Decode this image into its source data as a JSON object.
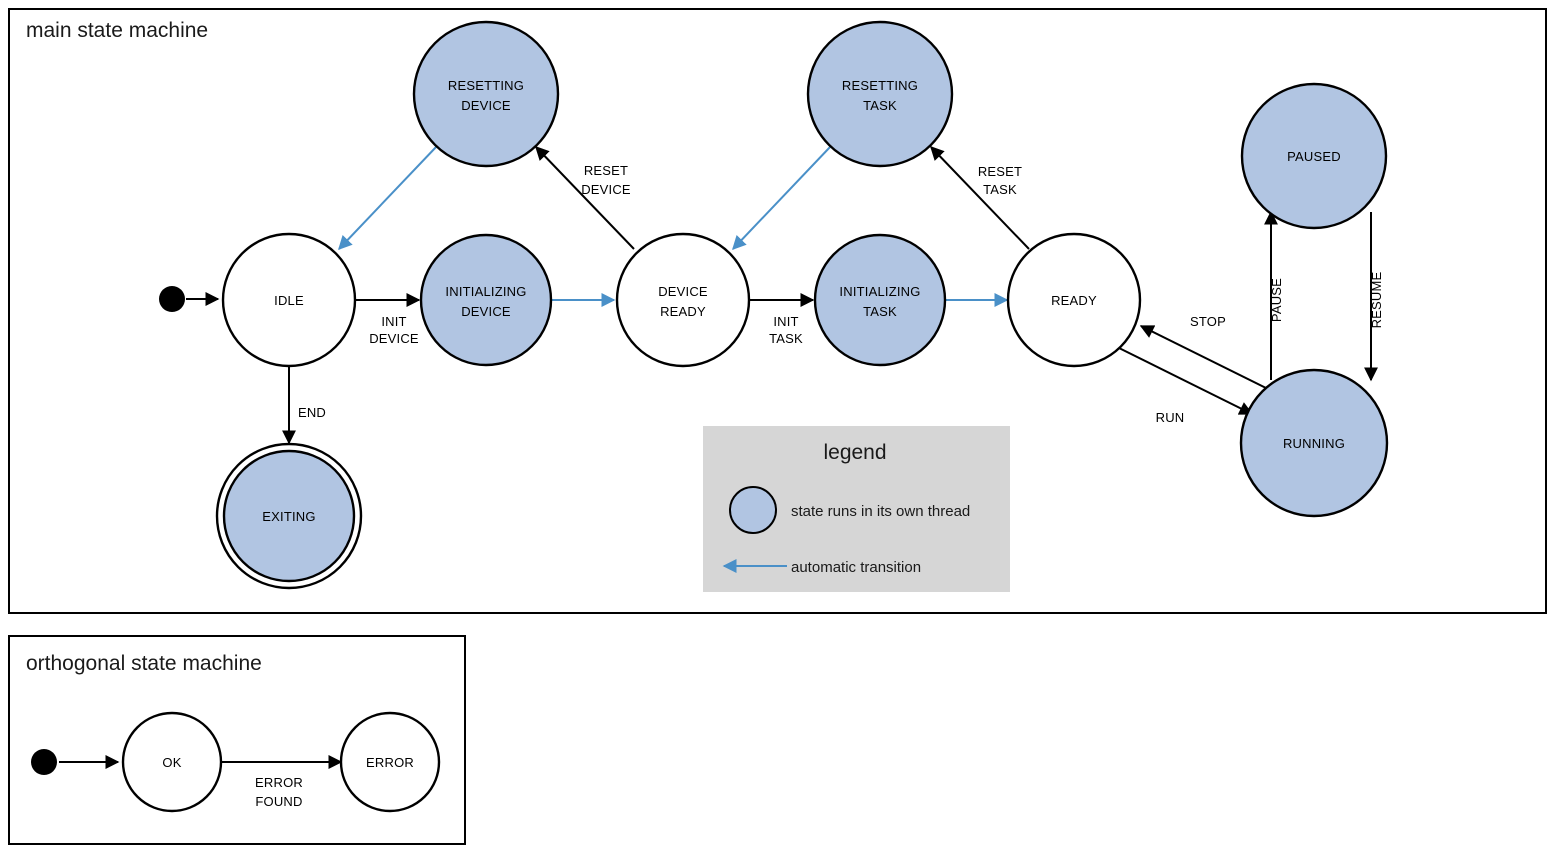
{
  "diagram": {
    "type": "state-machine",
    "colors": {
      "threaded_state_fill": "#b1c5e2",
      "plain_state_fill": "#ffffff",
      "stroke": "#000000",
      "automatic_transition": "#4a90c8",
      "legend_background": "#d6d6d6"
    },
    "frames": [
      {
        "id": "main",
        "title": "main state machine"
      },
      {
        "id": "orthogonal",
        "title": "orthogonal state machine"
      }
    ],
    "main": {
      "title": "main state machine",
      "states": [
        {
          "id": "idle",
          "label_lines": [
            "IDLE"
          ],
          "threaded": false,
          "final": false
        },
        {
          "id": "resetting_device",
          "label_lines": [
            "RESETTING",
            "DEVICE"
          ],
          "threaded": true,
          "final": false
        },
        {
          "id": "initializing_device",
          "label_lines": [
            "INITIALIZING",
            "DEVICE"
          ],
          "threaded": true,
          "final": false
        },
        {
          "id": "device_ready",
          "label_lines": [
            "DEVICE",
            "READY"
          ],
          "threaded": false,
          "final": false
        },
        {
          "id": "resetting_task",
          "label_lines": [
            "RESETTING",
            "TASK"
          ],
          "threaded": true,
          "final": false
        },
        {
          "id": "initializing_task",
          "label_lines": [
            "INITIALIZING",
            "TASK"
          ],
          "threaded": true,
          "final": false
        },
        {
          "id": "ready",
          "label_lines": [
            "READY"
          ],
          "threaded": false,
          "final": false
        },
        {
          "id": "paused",
          "label_lines": [
            "PAUSED"
          ],
          "threaded": true,
          "final": false
        },
        {
          "id": "running",
          "label_lines": [
            "RUNNING"
          ],
          "threaded": true,
          "final": false
        },
        {
          "id": "exiting",
          "label_lines": [
            "EXITING"
          ],
          "threaded": true,
          "final": true
        }
      ],
      "transitions": [
        {
          "from": "start",
          "to": "idle",
          "label_lines": [],
          "automatic": false
        },
        {
          "from": "idle",
          "to": "initializing_device",
          "label_lines": [
            "INIT",
            "DEVICE"
          ],
          "automatic": false
        },
        {
          "from": "initializing_device",
          "to": "device_ready",
          "label_lines": [],
          "automatic": true
        },
        {
          "from": "resetting_device",
          "to": "idle",
          "label_lines": [],
          "automatic": true
        },
        {
          "from": "device_ready",
          "to": "resetting_device",
          "label_lines": [
            "RESET",
            "DEVICE"
          ],
          "automatic": false
        },
        {
          "from": "device_ready",
          "to": "initializing_task",
          "label_lines": [
            "INIT",
            "TASK"
          ],
          "automatic": false
        },
        {
          "from": "initializing_task",
          "to": "ready",
          "label_lines": [],
          "automatic": true
        },
        {
          "from": "resetting_task",
          "to": "device_ready",
          "label_lines": [],
          "automatic": true
        },
        {
          "from": "ready",
          "to": "resetting_task",
          "label_lines": [
            "RESET",
            "TASK"
          ],
          "automatic": false
        },
        {
          "from": "ready",
          "to": "running",
          "label_lines": [
            "RUN"
          ],
          "automatic": false
        },
        {
          "from": "running",
          "to": "ready",
          "label_lines": [
            "STOP"
          ],
          "automatic": false
        },
        {
          "from": "running",
          "to": "paused",
          "label_lines": [
            "PAUSE"
          ],
          "automatic": false
        },
        {
          "from": "paused",
          "to": "running",
          "label_lines": [
            "RESUME"
          ],
          "automatic": false
        },
        {
          "from": "idle",
          "to": "exiting",
          "label_lines": [
            "END"
          ],
          "automatic": false
        }
      ],
      "edge_labels": {
        "init_device_1": "INIT",
        "init_device_2": "DEVICE",
        "reset_device_1": "RESET",
        "reset_device_2": "DEVICE",
        "init_task_1": "INIT",
        "init_task_2": "TASK",
        "reset_task_1": "RESET",
        "reset_task_2": "TASK",
        "run": "RUN",
        "stop": "STOP",
        "pause": "PAUSE",
        "resume": "RESUME",
        "end": "END"
      },
      "state_labels": {
        "idle": "IDLE",
        "resetting_device_1": "RESETTING",
        "resetting_device_2": "DEVICE",
        "initializing_device_1": "INITIALIZING",
        "initializing_device_2": "DEVICE",
        "device_ready_1": "DEVICE",
        "device_ready_2": "READY",
        "resetting_task_1": "RESETTING",
        "resetting_task_2": "TASK",
        "initializing_task_1": "INITIALIZING",
        "initializing_task_2": "TASK",
        "ready": "READY",
        "paused": "PAUSED",
        "running": "RUNNING",
        "exiting": "EXITING"
      }
    },
    "legend": {
      "title": "legend",
      "items": [
        {
          "icon": "blue-circle",
          "text": "state runs in its own thread"
        },
        {
          "icon": "blue-arrow",
          "text": "automatic transition"
        }
      ],
      "item_1_text": "state runs in its own thread",
      "item_2_text": "automatic transition"
    },
    "orthogonal": {
      "title": "orthogonal state machine",
      "states": [
        {
          "id": "ok",
          "label_lines": [
            "OK"
          ],
          "threaded": false,
          "final": false
        },
        {
          "id": "error",
          "label_lines": [
            "ERROR"
          ],
          "threaded": false,
          "final": false
        }
      ],
      "transitions": [
        {
          "from": "start",
          "to": "ok",
          "label_lines": [],
          "automatic": false
        },
        {
          "from": "ok",
          "to": "error",
          "label_lines": [
            "ERROR",
            "FOUND"
          ],
          "automatic": false
        }
      ],
      "state_labels": {
        "ok": "OK",
        "error": "ERROR"
      },
      "edge_labels": {
        "error_found_1": "ERROR",
        "error_found_2": "FOUND"
      }
    }
  }
}
